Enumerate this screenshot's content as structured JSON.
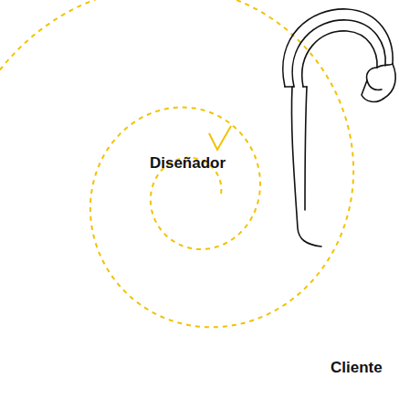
{
  "diagram": {
    "nodes": [
      {
        "text": [
          "Cliente"
        ]
      },
      {
        "text": [
          "Diseñador"
        ],
        "in": 0
      }
    ]
  }
}
